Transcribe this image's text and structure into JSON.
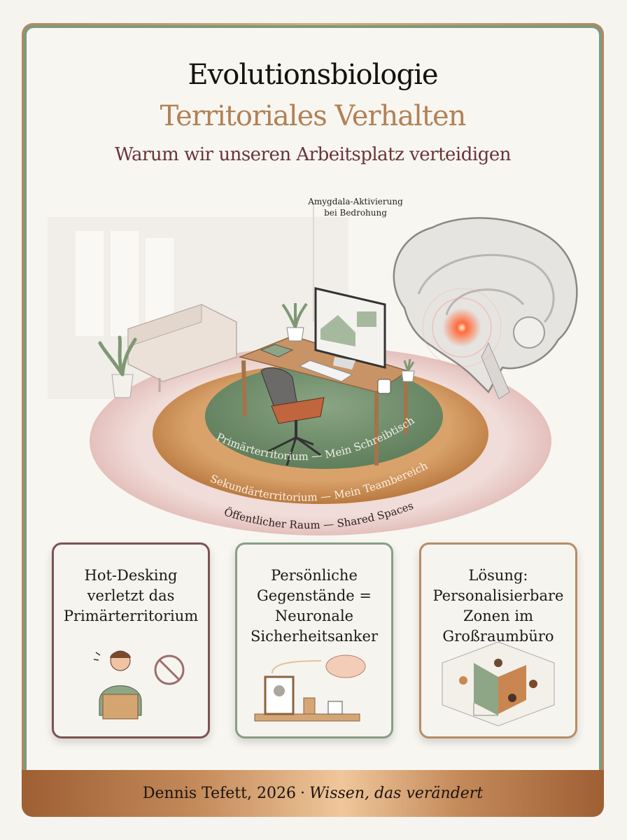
{
  "header": {
    "title": "Evolutionsbiologie",
    "subtitle": "Territoriales Verhalten",
    "tagline": "Warum wir unseren Arbeitsplatz verteidigen"
  },
  "illustration": {
    "annotation_line1": "Amygdala-Aktivierung",
    "annotation_line2": "bei Bedrohung",
    "zones": [
      {
        "label": "Primärterritorium — Mein Schreibtisch",
        "color": "#6f8b68"
      },
      {
        "label": "Sekundärterritorium — Mein Teambereich",
        "color": "#c98d55"
      },
      {
        "label": "Öffentlicher Raum — Shared Spaces",
        "color": "#ecd3d0"
      }
    ],
    "icons": [
      "brain-icon",
      "amygdala-glow-icon",
      "desk-icon",
      "monitor-icon",
      "office-chair-icon",
      "sofa-icon",
      "plant-icon",
      "coffee-mug-icon"
    ]
  },
  "cards": [
    {
      "text": "Hot-Desking verletzt das Primärterritorium",
      "border": "#7d5252",
      "icon": "person-with-box-icon"
    },
    {
      "text": "Persönliche Gegenstände = Neuronale Sicherheitsanker",
      "border": "#869e86",
      "icon": "personal-items-brain-icon"
    },
    {
      "text": "Lösung: Personalisierbare Zonen im Großraumbüro",
      "border": "#b88c63",
      "icon": "cubicles-icon"
    }
  ],
  "footer": {
    "author": "Dennis Tefett, 2026",
    "separator": "·",
    "tagline": "Wissen, das verändert"
  },
  "colors": {
    "accent_gold": "#b28155",
    "accent_burgundy": "#6a3438",
    "accent_green": "#7d9a7e",
    "background": "#f8f6f1"
  }
}
